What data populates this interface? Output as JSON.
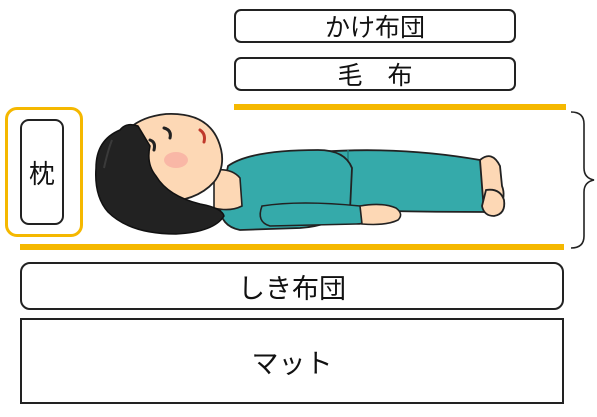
{
  "layers": {
    "kakebuton": "かけ布団",
    "moufu": "毛　布",
    "makura": "枕",
    "shikibuton": "しき布団",
    "matto": "マット"
  },
  "colors": {
    "accent_line": "#f5b800",
    "skin": "#fdd8b5",
    "shirt": "#35aaaa",
    "hair": "#222222"
  },
  "icons": {
    "person": "person-lying-icon",
    "bracket": "right-bracket-icon"
  }
}
